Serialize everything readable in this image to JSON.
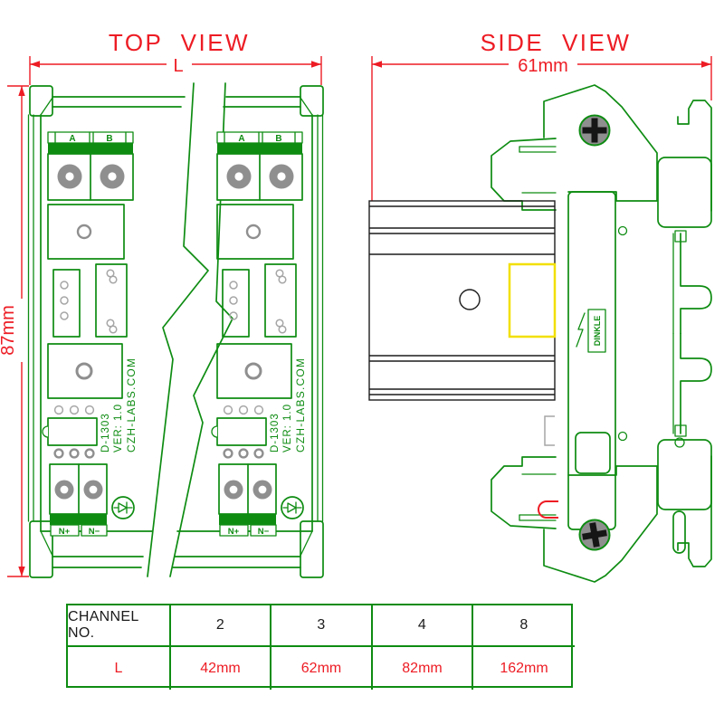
{
  "titles": {
    "top_view": "TOP VIEW",
    "side_view": "SIDE VIEW"
  },
  "dimensions": {
    "length": "L",
    "width": "61mm",
    "height": "87mm"
  },
  "module": {
    "terminal_a": "A",
    "terminal_b": "B",
    "neutral_plus": "N+",
    "neutral_minus": "N−",
    "model": "D-1303",
    "version": "VER: 1.0",
    "website": "CZH-LABS.COM"
  },
  "side_view": {
    "brand": "DINKLE"
  },
  "spec_table": {
    "header_label": "CHANNEL NO.",
    "channels": [
      "2",
      "3",
      "4",
      "8"
    ],
    "row_label": "L",
    "lengths": [
      "42mm",
      "62mm",
      "82mm",
      "162mm"
    ]
  },
  "colors": {
    "green": "#0e8c12",
    "red": "#ed1c24",
    "yellow": "#f2e000",
    "gray": "#8f8f8f",
    "black": "#1c1c1c"
  }
}
